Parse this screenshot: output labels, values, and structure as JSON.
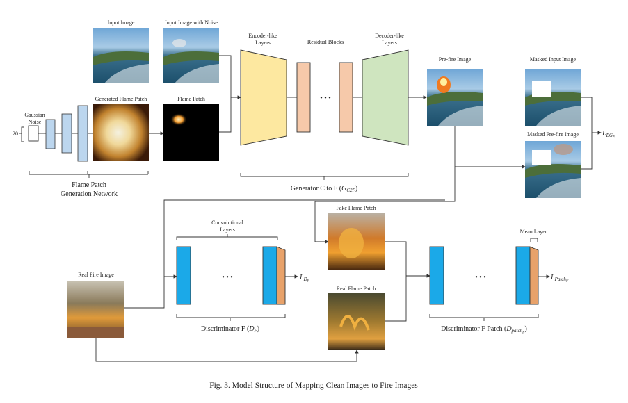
{
  "labels": {
    "input_image": "Input Image",
    "input_noise": "Input Image with Noise",
    "gaussian_1": "Gaussian",
    "gaussian_2": "Noise",
    "noise_dim": "20",
    "generated_flame": "Generated Flame Patch",
    "flame_patch": "Flame Patch",
    "flame_net_1": "Flame Patch",
    "flame_net_2": "Generation Network",
    "encoder_1": "Encoder-like",
    "encoder_2": "Layers",
    "residual": "Residual Blocks",
    "decoder_1": "Decoder-like",
    "decoder_2": "Layers",
    "generator": "Generator C to F (",
    "generator_sym": "G",
    "generator_sub": "C2F",
    "generator_end": ")",
    "prefire": "Pre-fire Image",
    "masked_input": "Masked Input Image",
    "masked_prefire": "Masked Pre-fire Image",
    "loss_bg": "L",
    "loss_bg_sub": "BG",
    "loss_bg_subsub": "F",
    "fake_flame": "Fake Flame Patch",
    "real_flame": "Real Flame Patch",
    "real_fire": "Real Fire Image",
    "conv_1": "Convolutional",
    "conv_2": "Layers",
    "disc_f": "Discriminator F (",
    "disc_f_sym": "D",
    "disc_f_sub": "F",
    "disc_f_end": ")",
    "loss_d": "L",
    "loss_d_sub": "D",
    "loss_d_subsub": "F",
    "mean_layer": "Mean Layer",
    "disc_patch": "Discriminator F Patch (",
    "disc_patch_sym": "D",
    "disc_patch_sub": "patch",
    "disc_patch_subsub": "F",
    "disc_patch_end": ")",
    "loss_patch": "L",
    "loss_patch_sub": "Patch",
    "loss_patch_subsub": "F",
    "ellipsis": "• • •",
    "caption": "Fig. 3.  Model Structure of Mapping Clean Images to Fire Images"
  },
  "colors": {
    "light_blue": "#bcd6ee",
    "yellow": "#fde8a0",
    "salmon": "#f6c9aa",
    "green": "#cfe5bf",
    "cyan": "#1ba9e8",
    "orange": "#e8a26a"
  }
}
